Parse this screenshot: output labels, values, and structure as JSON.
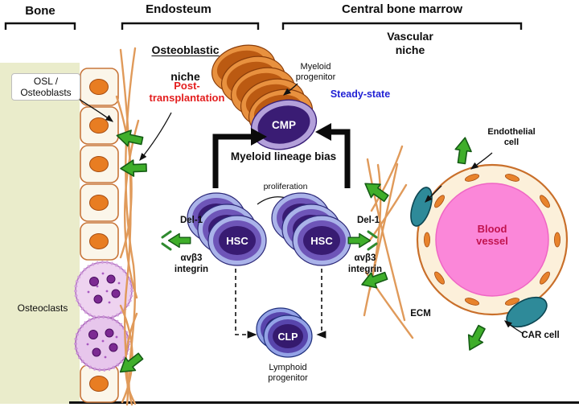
{
  "diagram": {
    "regions": {
      "bone": "Bone",
      "endosteum": "Endosteum",
      "central_bone_marrow": "Central bone marrow",
      "osteoblastic_niche_line1": "Osteoblastic",
      "osteoblastic_niche_line2": "niche",
      "vascular_niche": "Vascular\nniche"
    },
    "cells": {
      "osl_osteoblasts": "OSL /\nOsteoblasts",
      "osteoclasts": "Osteoclasts",
      "myeloid_progenitor": "Myeloid\nprogenitor",
      "cmp": "CMP",
      "hsc_left": "HSC",
      "hsc_right": "HSC",
      "clp": "CLP",
      "lymphoid_progenitor": "Lymphoid\nprogenitor",
      "blood_vessel": "Blood\nvessel",
      "endothelial_cell": "Endothelial\ncell",
      "car_cell": "CAR cell",
      "ecm": "ECM"
    },
    "annotations": {
      "post_transplantation": "Post-\ntransplantation",
      "steady_state": "Steady-state",
      "myeloid_lineage_bias": "Myeloid lineage bias",
      "proliferation": "proliferation",
      "del1_left": "Del-1",
      "del1_right": "Del-1",
      "integrin_left": "αvβ3\nintegrin",
      "integrin_right": "αvβ3\nintegrin"
    },
    "colors": {
      "bone_fill": "#eaeccb",
      "red_text": "#e31e1e",
      "blue_text": "#1f1fd4",
      "vessel_pink": "#fb87d9",
      "vessel_text": "#c1134e",
      "green_arrow": "#3fae2a",
      "car_teal": "#2e8a99",
      "myeloid_orange": "#e8913f",
      "progenitor_purple": "#3a1c74",
      "fiber_orange": "#e09a5a"
    }
  }
}
